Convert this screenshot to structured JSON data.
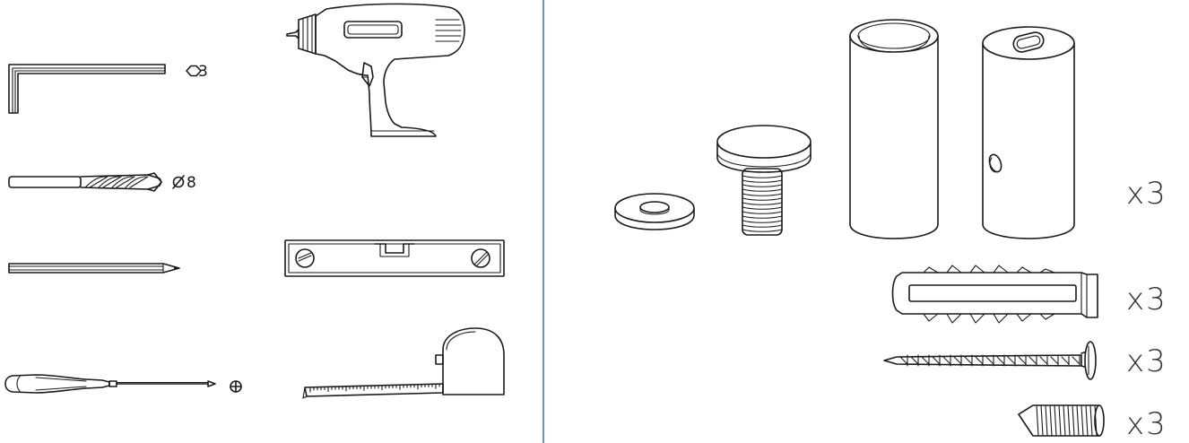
{
  "tools": {
    "hex_key_label": "⬡3",
    "drill_bit_label": "Ø8",
    "screwdriver_label": "⊕"
  },
  "parts": {
    "standoff_set_qty": "x3",
    "wall_plug_qty": "x3",
    "wood_screw_qty": "x3",
    "set_screw_qty": "x3"
  },
  "colors": {
    "divider": "#4a78b8",
    "line": "#1a1a1a"
  }
}
